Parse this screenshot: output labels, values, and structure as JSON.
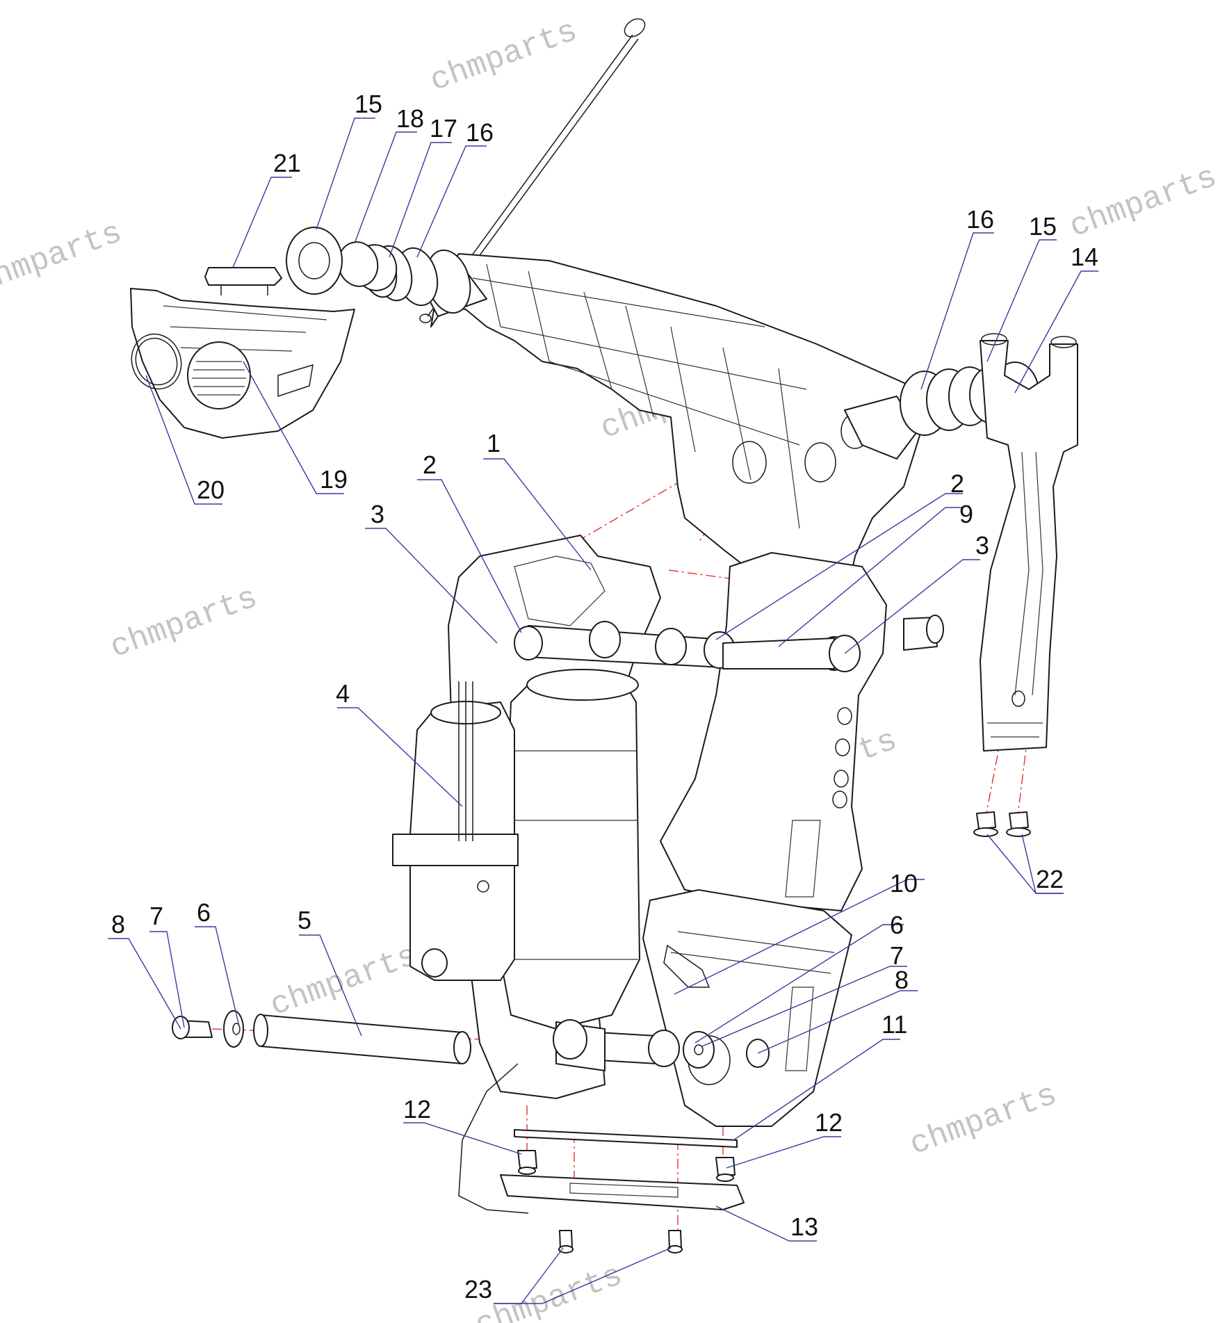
{
  "watermark": "chmparts",
  "callouts": [
    "1",
    "2",
    "2",
    "3",
    "3",
    "4",
    "5",
    "6",
    "6",
    "7",
    "7",
    "8",
    "8",
    "9",
    "10",
    "11",
    "12",
    "12",
    "13",
    "14",
    "15",
    "15",
    "16",
    "16",
    "17",
    "18",
    "19",
    "20",
    "21",
    "22",
    "23"
  ],
  "colors": {
    "line": "#1a1a1a",
    "leader": "#3a3aa0",
    "axis": "#dd2222",
    "watermark": "#b9b9b9"
  }
}
